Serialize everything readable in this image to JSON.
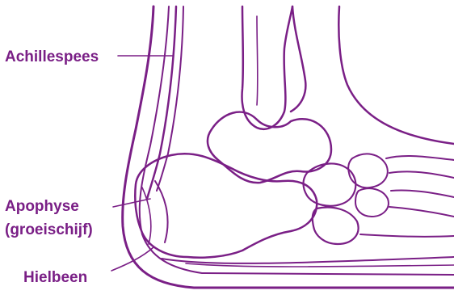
{
  "labels": {
    "achilles": "Achillespees",
    "apophyse": "Apophyse",
    "apophyse_sub": "(groeischijf)",
    "hielbeen": "Hielbeen"
  },
  "colors": {
    "ink": "#7a1f86",
    "background": "#ffffff"
  }
}
